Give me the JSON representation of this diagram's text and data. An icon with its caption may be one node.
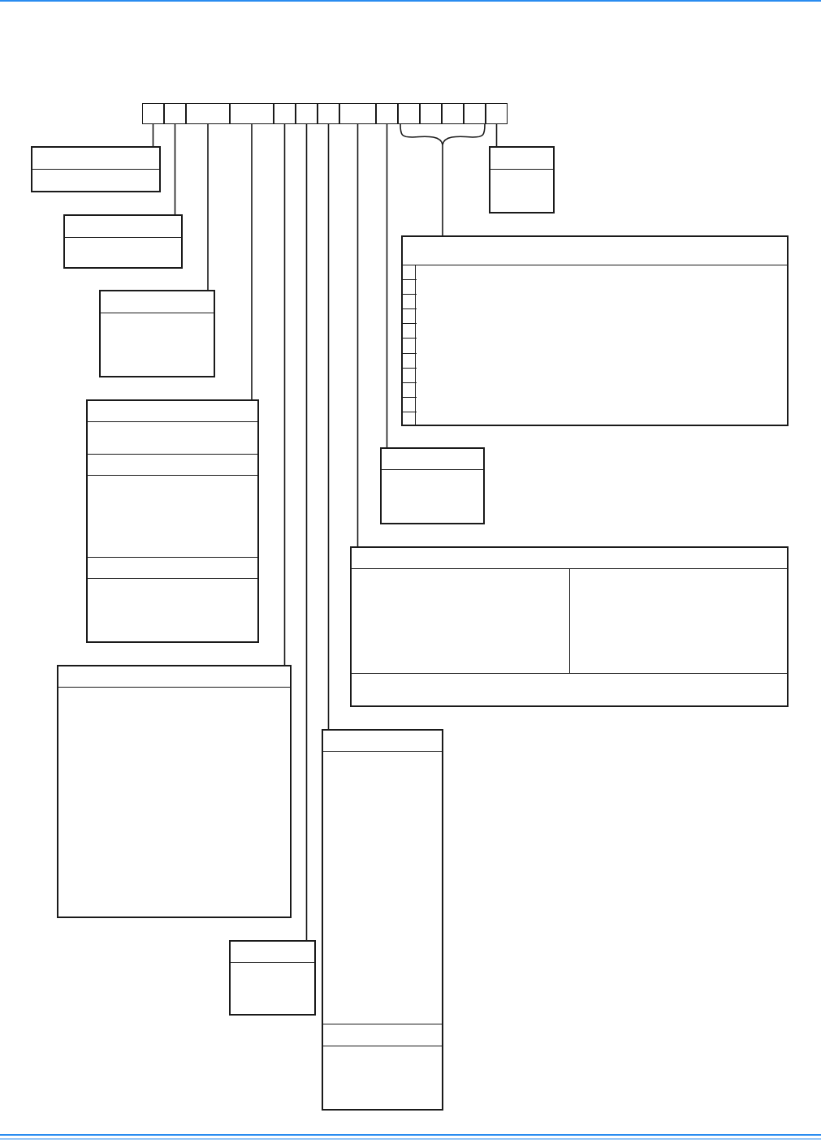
{
  "diagram": {
    "nodes": [
      {
        "text": [],
        "shape": "box"
      },
      {
        "text": [],
        "shape": "box"
      },
      {
        "text": [],
        "shape": "box"
      },
      {
        "text": [],
        "shape": "box"
      },
      {
        "text": [],
        "shape": "box"
      },
      {
        "text": [],
        "shape": "box"
      },
      {
        "text": [],
        "shape": "box"
      },
      {
        "text": [],
        "shape": "box"
      },
      {
        "text": [],
        "shape": "box"
      },
      {
        "text": [],
        "shape": "box"
      },
      {
        "text": [],
        "shape": "box"
      },
      {
        "text": [],
        "shape": "box"
      },
      {
        "text": [],
        "shape": "box"
      },
      {
        "text": [],
        "shape": "box"
      },
      {
        "text": [],
        "shape": "brace"
      },
      {
        "text": [],
        "shape": "box"
      },
      {
        "text": [],
        "shape": "box"
      },
      {
        "text": [],
        "shape": "box"
      },
      {
        "text": [],
        "shape": "box"
      },
      {
        "text": [],
        "shape": "box"
      },
      {
        "text": [],
        "shape": "box"
      },
      {
        "text": [],
        "shape": "box"
      },
      {
        "text": [],
        "shape": "box"
      },
      {
        "text": [],
        "shape": "box"
      },
      {
        "text": [],
        "shape": "box"
      },
      {
        "text": [],
        "shape": "box"
      }
    ],
    "edges": [
      {
        "from": 0,
        "to": 15,
        "arrow": "none"
      },
      {
        "from": 1,
        "to": 16,
        "arrow": "none"
      },
      {
        "from": 2,
        "to": 17,
        "arrow": "none"
      },
      {
        "from": 3,
        "to": 18,
        "arrow": "none"
      },
      {
        "from": 4,
        "to": 19,
        "arrow": "none"
      },
      {
        "from": 5,
        "to": 20,
        "arrow": "none"
      },
      {
        "from": 6,
        "to": 21,
        "arrow": "none"
      },
      {
        "from": 7,
        "to": 22,
        "arrow": "none"
      },
      {
        "from": 8,
        "to": 23,
        "arrow": "none"
      },
      {
        "from": 14,
        "to": 24,
        "arrow": "none"
      },
      {
        "from": 13,
        "to": 25,
        "arrow": "none"
      }
    ]
  }
}
